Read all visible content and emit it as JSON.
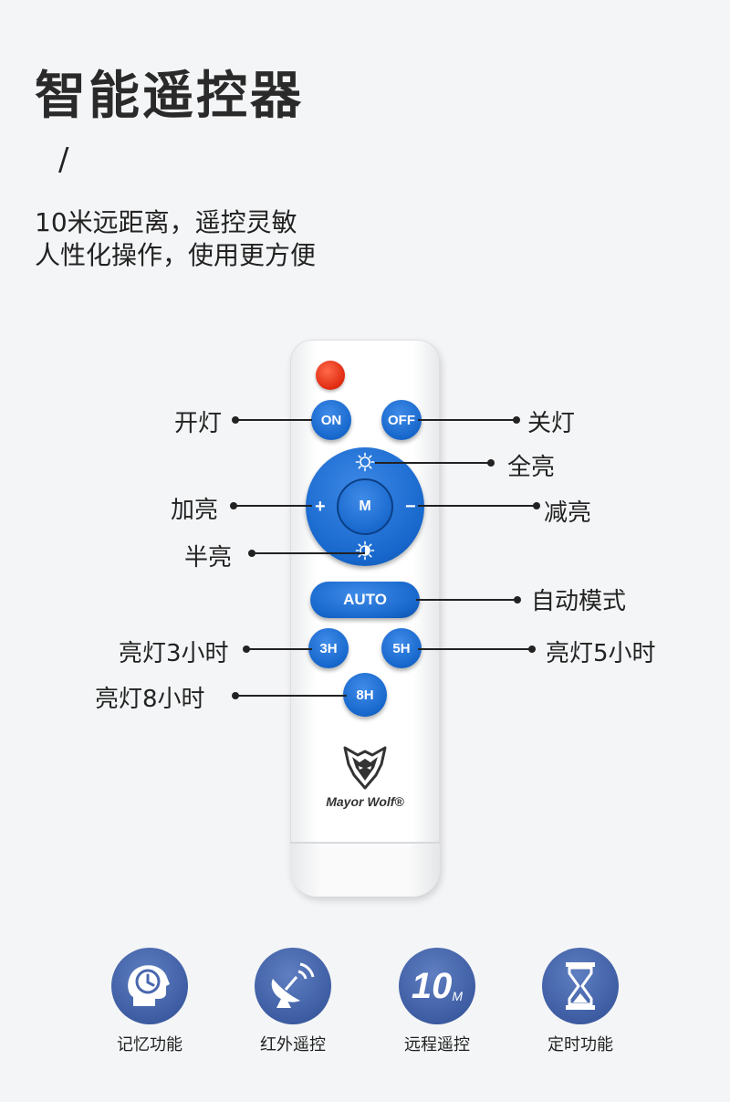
{
  "header": {
    "title": "智能遥控器",
    "divider": "/",
    "subtitle_line1": "10米远距离，遥控灵敏",
    "subtitle_line2": "人性化操作，使用更方便"
  },
  "remote": {
    "buttons": {
      "on": "ON",
      "off": "OFF",
      "mode": "M",
      "plus": "+",
      "minus": "−",
      "auto": "AUTO",
      "timer_3h": "3H",
      "timer_5h": "5H",
      "timer_8h": "8H"
    },
    "brand": "Mayor Wolf®"
  },
  "callouts": {
    "on": "开灯",
    "off": "关灯",
    "full_bright": "全亮",
    "brighten": "加亮",
    "dim": "减亮",
    "half_bright": "半亮",
    "auto_mode": "自动模式",
    "timer_3h": "亮灯3小时",
    "timer_5h": "亮灯5小时",
    "timer_8h": "亮灯8小时"
  },
  "features": [
    {
      "label": "记忆功能",
      "icon": "memory-head-clock-icon"
    },
    {
      "label": "红外遥控",
      "icon": "infrared-dish-icon"
    },
    {
      "label": "远程遥控",
      "icon": "10m-range-icon",
      "icon_text": "10",
      "icon_subtext": "M"
    },
    {
      "label": "定时功能",
      "icon": "hourglass-icon"
    }
  ],
  "colors": {
    "button_blue": "#1767cc",
    "power_red": "#e02a10",
    "feature_icon_bg": "#4a68ae",
    "background": "#f4f5f6"
  }
}
